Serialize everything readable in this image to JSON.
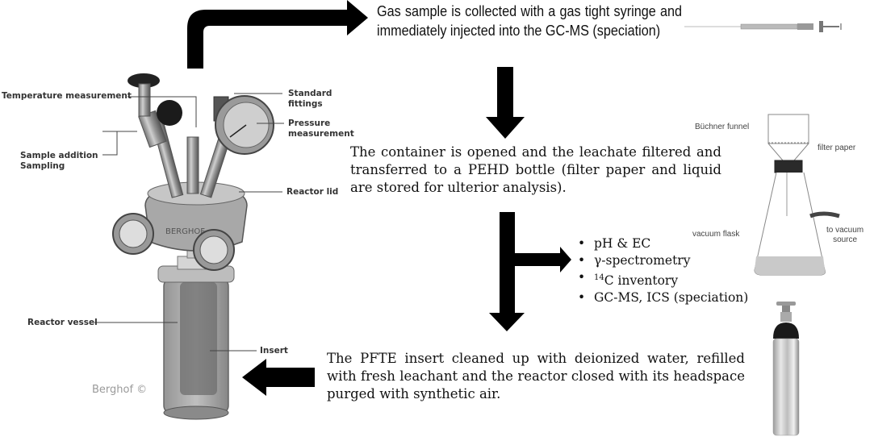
{
  "reactor": {
    "labels": {
      "temperature": "Temperature measurement",
      "standard_fittings": "Standard fittings",
      "pressure": "Pressure measurement",
      "sample_addition": "Sample addition",
      "sampling": "Sampling",
      "reactor_lid": "Reactor lid",
      "reactor_vessel": "Reactor vessel",
      "insert": "Insert",
      "brand_on_body": "BERGHOF"
    },
    "copyright": "Berghof ©"
  },
  "steps": [
    {
      "text": "Gas sample is collected with a gas tight syringe and immediately injected into the GC-MS (speciation)"
    },
    {
      "text": "The container is opened and the leachate filtered and transferred to a PEHD bottle (filter paper and liquid are stored for ulterior analysis)."
    },
    {
      "text": "The PFTE insert cleaned up with deionized water, refilled with fresh leachant and the reactor closed with its headspace purged with synthetic air."
    }
  ],
  "analyses": [
    {
      "text": "pH & EC"
    },
    {
      "text": "γ-spectrometry"
    },
    {
      "sup": "14",
      "text": "C inventory"
    },
    {
      "text": "GC-MS, ICS (speciation)"
    }
  ],
  "filtration": {
    "buchner_funnel": "Büchner funnel",
    "filter_paper": "filter paper",
    "vacuum_flask": "vacuum flask",
    "to_vacuum_line1": "to vacuum",
    "to_vacuum_line2": "source"
  },
  "colors": {
    "arrow": "#000000",
    "text": "#111111",
    "label": "#333333",
    "watermark": "#9a9a9a"
  }
}
